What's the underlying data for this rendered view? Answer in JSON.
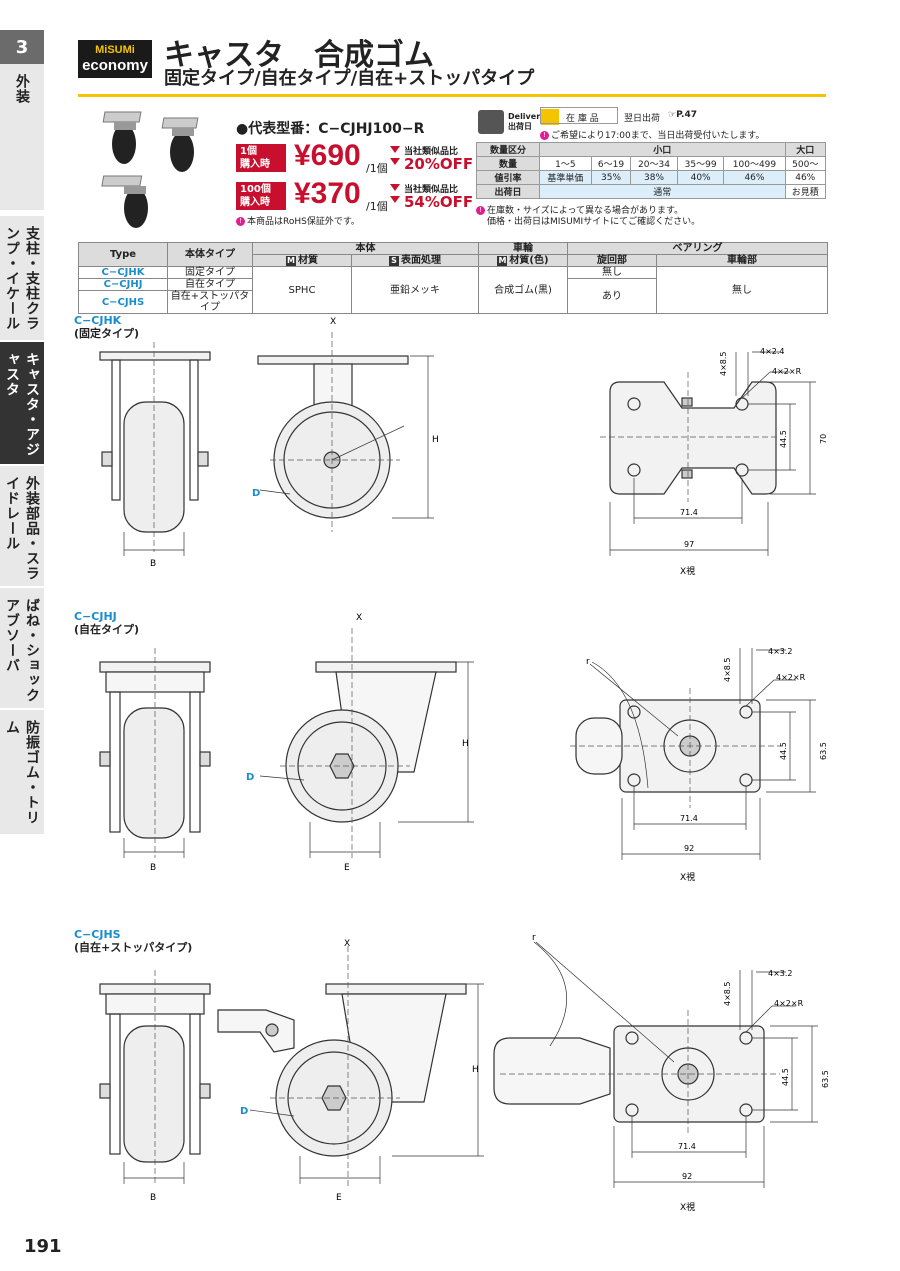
{
  "sidebar": {
    "number": "3",
    "tabs": [
      {
        "label": "外装",
        "active": false
      },
      {
        "label": "支柱・支柱クランプ・イケール",
        "active": false
      },
      {
        "label": "キャスタ・アジャスタ",
        "active": true
      },
      {
        "label": "外装部品・スライドレール",
        "active": false
      },
      {
        "label": "ばね・ショックアブソーバ",
        "active": false
      },
      {
        "label": "防振ゴム・トリム",
        "active": false
      }
    ]
  },
  "header": {
    "logo_line1": "MiSUMi",
    "logo_line2": "economy",
    "title": "キャスタ　合成ゴム",
    "subtitle": "固定タイプ/自在タイプ/自在+ストッパタイプ"
  },
  "pricing": {
    "model_label": "●代表型番：C−CJHJ100−R",
    "tier1": {
      "qty": "1個\n購入時",
      "price": "¥690",
      "unit": "/1個",
      "compare": "当社類似品比",
      "off": "20%OFF"
    },
    "tier2": {
      "qty": "100個\n購入時",
      "price": "¥370",
      "unit": "/1個",
      "compare": "当社類似品比",
      "off": "54%OFF"
    },
    "rohs_note": "本商品はRoHS保証外です。"
  },
  "delivery": {
    "label_en": "Delivery",
    "label_jp": "出荷日",
    "stock_label": "在 庫 品",
    "next_day": "翌日出荷",
    "page_ref": "P.47",
    "note": "ご希望により17:00まで、当日出荷受付いたします。",
    "table": {
      "row_labels": [
        "数量区分",
        "数量",
        "値引率",
        "出荷日"
      ],
      "small_lot": "小口",
      "large_lot": "大口",
      "quantities": [
        "1〜5",
        "6〜19",
        "20〜34",
        "35〜99",
        "100〜499",
        "500〜"
      ],
      "discounts": [
        "基準単価",
        "35%",
        "38%",
        "40%",
        "46%",
        "46%"
      ],
      "ship_normal": "通常",
      "ship_quote": "お見積"
    },
    "footnote1": "在庫数・サイズによって異なる場合があります。",
    "footnote2": "価格・出荷日はMISUMIサイトにてご確認ください。"
  },
  "spec_table": {
    "h_type": "Type",
    "h_body_type": "本体タイプ",
    "h_body": "本体",
    "h_wheel": "車輪",
    "h_bearing": "ベアリング",
    "h_material": "材質",
    "h_surface": "表面処理",
    "h_wheel_material": "材質(色)",
    "h_swivel": "旋回部",
    "h_wheel_part": "車輪部",
    "mark_m": "M",
    "mark_s": "S",
    "rows": [
      {
        "type": "C−CJHK",
        "body_type": "固定タイプ"
      },
      {
        "type": "C−CJHJ",
        "body_type": "自在タイプ"
      },
      {
        "type": "C−CJHS",
        "body_type": "自在+ストッパタイプ"
      }
    ],
    "material": "SPHC",
    "surface": "亜鉛メッキ",
    "wheel_material": "合成ゴム(黒)",
    "swivel_none": "無し",
    "swivel_yes": "あり",
    "wheel_part": "無し"
  },
  "drawings": {
    "cjhk": {
      "code": "C−CJHK",
      "name": "(固定タイプ)",
      "dims": {
        "d1": "4×2.4",
        "d2": "4×8.5",
        "d3": "4×2×R",
        "d4": "44.5",
        "d5": "70",
        "d6": "71.4",
        "d7": "97"
      }
    },
    "cjhj": {
      "code": "C−CJHJ",
      "name": "(自在タイプ)",
      "dims": {
        "d1": "4×3.2",
        "d2": "4×8.5",
        "d3": "4×2×R",
        "d4": "44.5",
        "d5": "63.5",
        "d6": "71.4",
        "d7": "92"
      }
    },
    "cjhs": {
      "code": "C−CJHS",
      "name": "(自在+ストッパタイプ)",
      "dims": {
        "d1": "4×3.2",
        "d2": "4×8.5",
        "d3": "4×2×R",
        "d4": "44.5",
        "d5": "63.5",
        "d6": "71.4",
        "d7": "92"
      }
    },
    "lbl_x": "X",
    "lbl_h": "H",
    "lbl_b": "B",
    "lbl_d": "D",
    "lbl_e": "E",
    "lbl_r": "r",
    "lbl_view": "X視"
  },
  "page_number": "191"
}
